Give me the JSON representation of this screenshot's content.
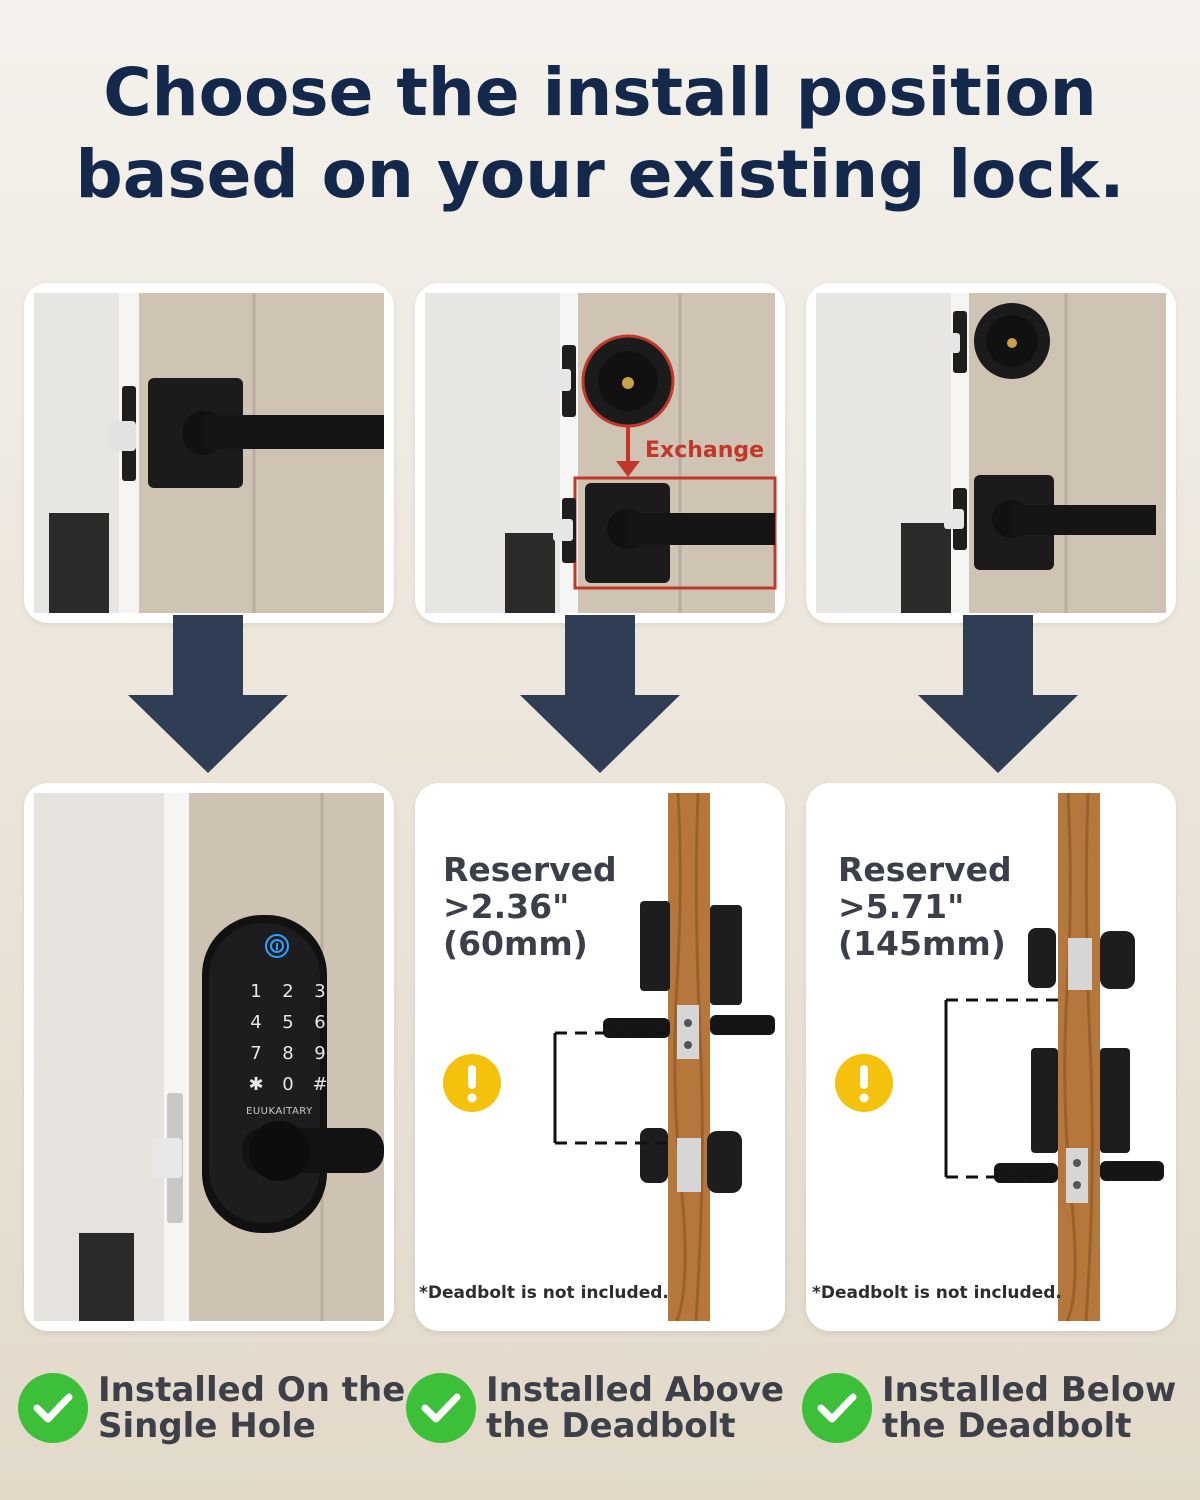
{
  "headline": {
    "line1": "Choose the install position",
    "line2": "based on your existing lock."
  },
  "existing_locks": [
    {
      "name": "Single Hole Lever"
    },
    {
      "name": "Lever with Deadbolt",
      "exchange_label": "Exchange"
    },
    {
      "name": "Deadbolt above Lever"
    }
  ],
  "results": {
    "keypad": {
      "brand": "EUUKAITARY",
      "keys": [
        "1",
        "2",
        "3",
        "4",
        "5",
        "6",
        "7",
        "8",
        "9",
        "✱",
        "0",
        "#"
      ]
    },
    "above": {
      "reserved_title": "Reserved",
      "reserved_inch": ">2.36\"",
      "reserved_mm": "(60mm)",
      "footnote": "*Deadbolt is not included."
    },
    "below": {
      "reserved_title": "Reserved",
      "reserved_inch": ">5.71\"",
      "reserved_mm": "(145mm)",
      "footnote": "*Deadbolt is not included."
    }
  },
  "captions": [
    {
      "line1": "Installed On the",
      "line2": "Single Hole"
    },
    {
      "line1": "Installed Above",
      "line2": "the Deadbolt"
    },
    {
      "line1": "Installed Below",
      "line2": "the Deadbolt"
    }
  ],
  "colors": {
    "headline": "#13284a",
    "arrow": "#2f3e55",
    "check": "#3cc039",
    "exchange": "#c1382a",
    "warning": "#f4c20d",
    "wood": "#b5773b"
  },
  "icons": [
    "check-icon",
    "warning-icon",
    "down-arrow-icon",
    "fingerprint-icon"
  ]
}
